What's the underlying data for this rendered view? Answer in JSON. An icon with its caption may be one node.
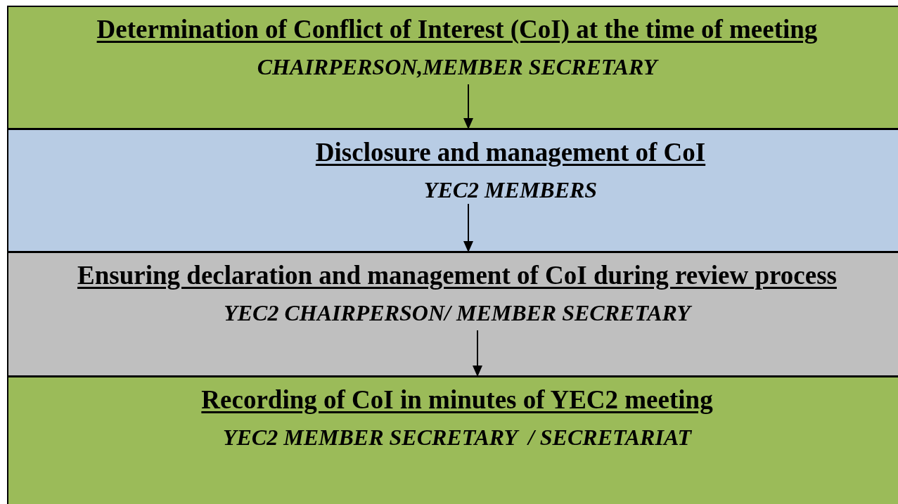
{
  "diagram": {
    "nodes": [
      {
        "text": [
          "Determination of Conflict of Interest (CoI) at the time of meeting",
          "CHAIRPERSON,MEMBER SECRETARY"
        ]
      },
      {
        "text": [
          "Disclosure and management of CoI",
          "YEC2 MEMBERS"
        ]
      },
      {
        "text": [
          "Ensuring declaration and management of CoI during review process",
          "YEC2 CHAIRPERSON/ MEMBER SECRETARY"
        ]
      },
      {
        "text": [
          "Recording of CoI in minutes of YEC2 meeting",
          "YEC2 MEMBER SECRETARY  / SECRETARIAT"
        ]
      }
    ],
    "edges": [
      {
        "from": 0,
        "to": 1,
        "arrow": "to"
      },
      {
        "from": 1,
        "to": 2,
        "arrow": "to"
      },
      {
        "from": 2,
        "to": 3,
        "arrow": "to"
      }
    ]
  }
}
